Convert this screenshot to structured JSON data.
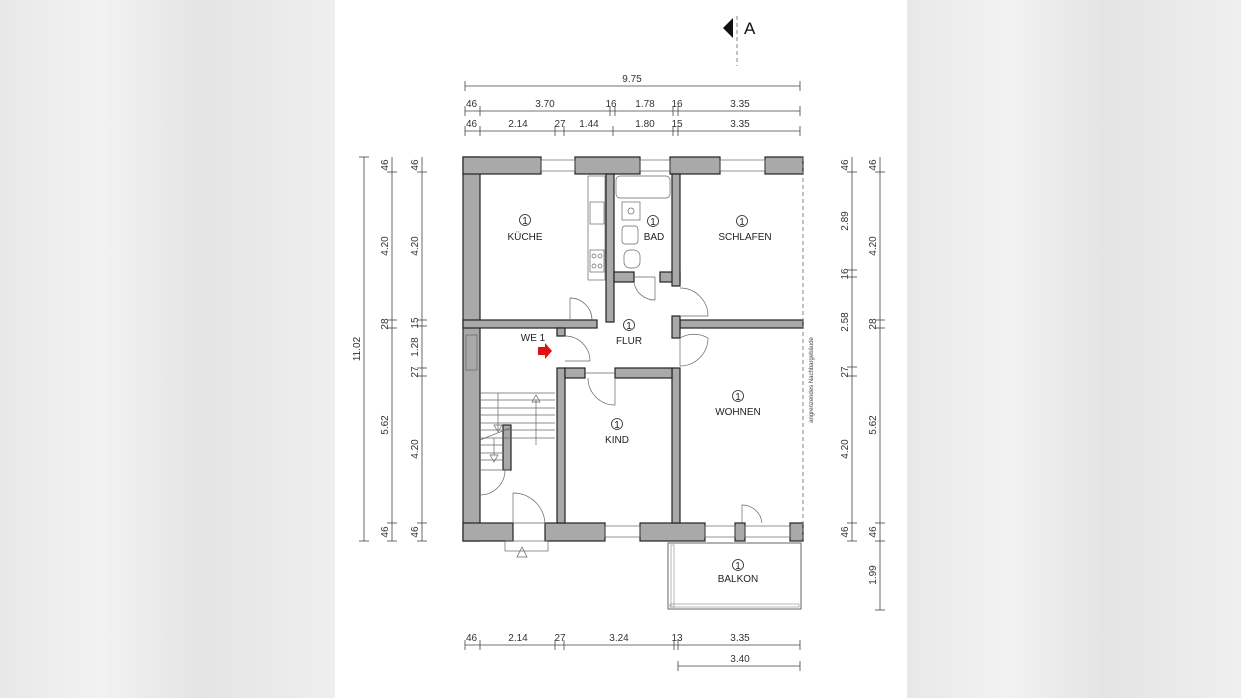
{
  "section_marker": {
    "label": "A"
  },
  "dimensions": {
    "top_total": "9.75",
    "top_row1": [
      "46",
      "3.70",
      "16",
      "1.78",
      "16",
      "3.35"
    ],
    "top_row2": [
      "46",
      "2.14",
      "27",
      "1.44",
      "1.80",
      "15",
      "3.35"
    ],
    "left_total": "11.02",
    "left_col1": [
      "46",
      "4.20",
      "28",
      "5.62",
      "46"
    ],
    "left_col2": [
      "46",
      "4.20",
      "15",
      "1.28",
      "27",
      "4.20",
      "46"
    ],
    "right_col1": [
      "46",
      "2.89",
      "16",
      "2.58",
      "27",
      "4.20",
      "46"
    ],
    "right_col2": [
      "46",
      "4.20",
      "28",
      "5.62",
      "46",
      "1.99"
    ],
    "bottom_row1": [
      "46",
      "2.14",
      "27",
      "3.24",
      "13",
      "3.35"
    ],
    "bottom_row2": "3.40"
  },
  "rooms": [
    {
      "number": "1",
      "name": "KÜCHE"
    },
    {
      "number": "1",
      "name": "BAD"
    },
    {
      "number": "1",
      "name": "SCHLAFEN"
    },
    {
      "number": "1",
      "name": "FLUR"
    },
    {
      "number": "1",
      "name": "KIND"
    },
    {
      "number": "1",
      "name": "WOHNEN"
    },
    {
      "number": "1",
      "name": "BALKON"
    }
  ],
  "unit_label": "WE 1",
  "neighbor_note": "angrenzendes Nachbargebäude",
  "colors": {
    "wall": "#a9a9a9",
    "entry_arrow": "#e01010"
  }
}
